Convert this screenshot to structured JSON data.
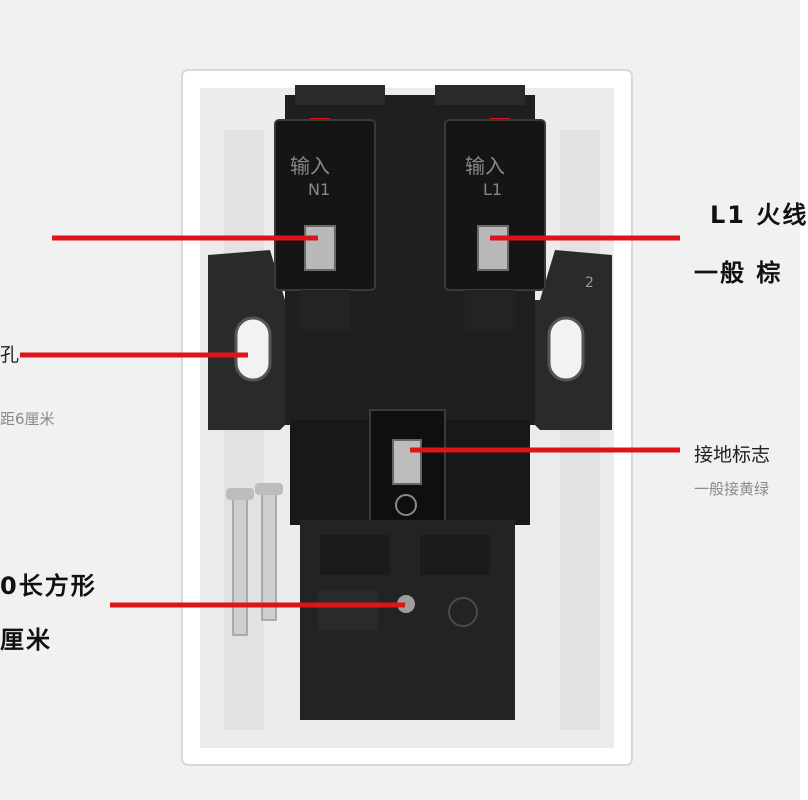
{
  "device": {
    "terminal_left_text": "输入",
    "terminal_left_id": "N1",
    "terminal_right_text": "输入",
    "terminal_right_id": "L1",
    "mount_marker": "2"
  },
  "annotations": {
    "live_title": "L1 火线",
    "live_sub": "一般 棕",
    "hole_title": "孔",
    "hole_sub": "距6厘米",
    "earth_title": "接地标志",
    "earth_sub": "一般接黄绿",
    "rect_title": "0长方形",
    "rect_sub": "厘米"
  },
  "colors": {
    "pointer_red": "#e0121a",
    "housing_black": "#1b1b1b",
    "frame_white": "#ffffff"
  }
}
